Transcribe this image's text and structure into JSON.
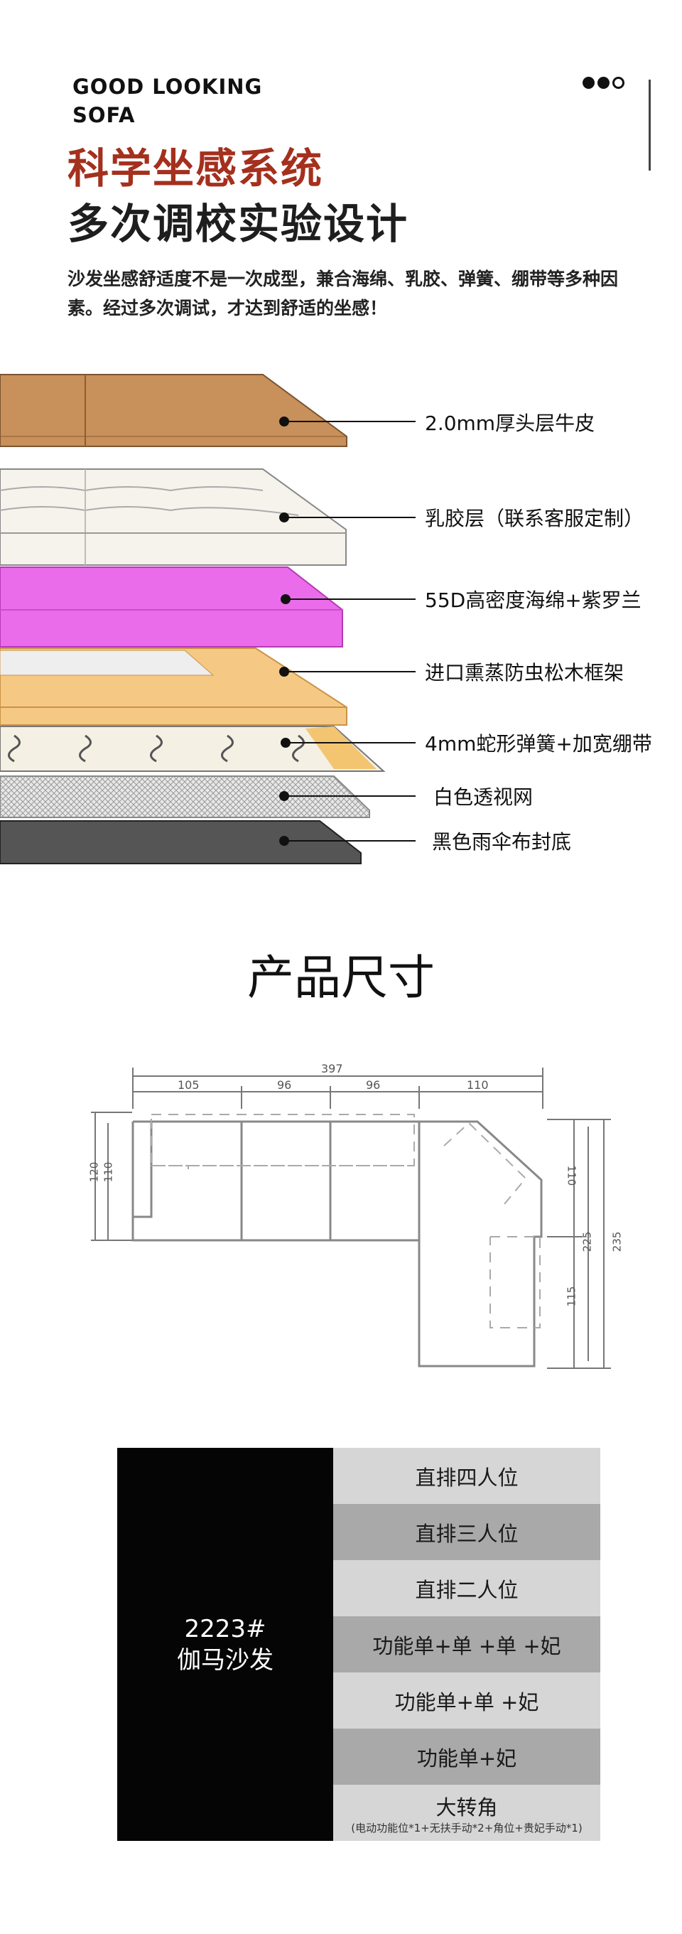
{
  "header": {
    "brand_line1": "GOOD LOOKING",
    "brand_line2": "SOFA",
    "title_line1": "科学坐感系统",
    "title_line2": "多次调校实验设计",
    "intro": "沙发坐感舒适度不是一次成型，兼合海绵、乳胶、弹簧、绷带等多种因素。经过多次调试，才达到舒适的坐感！"
  },
  "layers": [
    {
      "label": "2.0mm厚头层牛皮",
      "color": "#c58a52"
    },
    {
      "label": "乳胶层（联系客服定制）",
      "color": "#f4f2ec"
    },
    {
      "label": "55D高密度海绵+紫罗兰",
      "color": "#e868e8"
    },
    {
      "label": "进口熏蒸防虫松木框架",
      "color": "#f3c57d"
    },
    {
      "label": "4mm蛇形弹簧+加宽绷带",
      "color": "#e9e4d6"
    },
    {
      "label": "白色透视网",
      "color": "#d8d8d8"
    },
    {
      "label": "黑色雨伞布封底",
      "color": "#555555"
    }
  ],
  "dimensions": {
    "title": "产品尺寸",
    "total_width": "397",
    "segments": [
      "105",
      "96",
      "96",
      "110"
    ],
    "left_height_outer": "120",
    "left_height_inner": "110",
    "right_top": "110",
    "right_bottom": "115",
    "right_mid": "225",
    "right_total": "235"
  },
  "product_table": {
    "model": "2223#",
    "name": "伽马沙发",
    "rows": [
      {
        "label": "直排四人位",
        "sub": ""
      },
      {
        "label": "直排三人位",
        "sub": ""
      },
      {
        "label": "直排二人位",
        "sub": ""
      },
      {
        "label": "功能单+单 +单 +妃",
        "sub": ""
      },
      {
        "label": "功能单+单 +妃",
        "sub": ""
      },
      {
        "label": "功能单+妃",
        "sub": ""
      },
      {
        "label": "大转角",
        "sub": "(电动功能位*1+无扶手动*2+角位+贵妃手动*1)"
      }
    ],
    "row_colors": [
      "#d6d6d6",
      "#a9a9a9"
    ]
  }
}
